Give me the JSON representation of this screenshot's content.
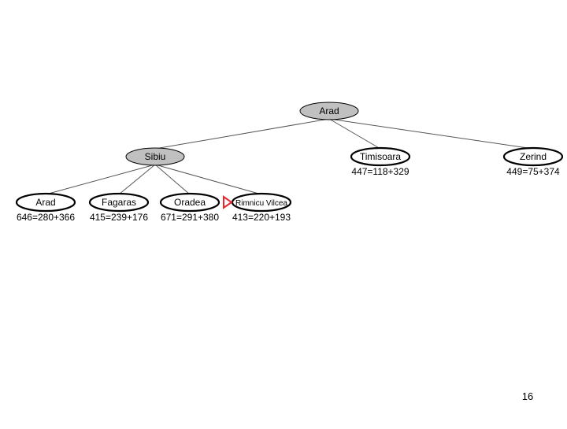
{
  "colors": {
    "expanded_fill": "#c0c0c0",
    "frontier_fill": "#ffffff",
    "edge": "#555555",
    "marker": "#e8262b"
  },
  "tree": {
    "nodes": [
      {
        "id": "arad-root",
        "label": "Arad",
        "expanded": true
      },
      {
        "id": "sibiu",
        "label": "Sibiu",
        "expanded": true
      },
      {
        "id": "timisoara",
        "label": "Timisoara",
        "expanded": false,
        "cost": "447=118+329"
      },
      {
        "id": "zerind",
        "label": "Zerind",
        "expanded": false,
        "cost": "449=75+374"
      },
      {
        "id": "arad-child",
        "label": "Arad",
        "expanded": false,
        "cost": "646=280+366"
      },
      {
        "id": "fagaras",
        "label": "Fagaras",
        "expanded": false,
        "cost": "415=239+176"
      },
      {
        "id": "oradea",
        "label": "Oradea",
        "expanded": false,
        "cost": "671=291+380"
      },
      {
        "id": "rimnicu-vilcea",
        "label": "Rimnicu Vilcea",
        "expanded": false,
        "cost": "413=220+193",
        "selected": true
      }
    ],
    "edges": [
      [
        "arad-root",
        "sibiu"
      ],
      [
        "arad-root",
        "timisoara"
      ],
      [
        "arad-root",
        "zerind"
      ],
      [
        "sibiu",
        "arad-child"
      ],
      [
        "sibiu",
        "fagaras"
      ],
      [
        "sibiu",
        "oradea"
      ],
      [
        "sibiu",
        "rimnicu-vilcea"
      ]
    ]
  },
  "marker_icon": "red-triangle-pointer-icon",
  "page_number": "16"
}
